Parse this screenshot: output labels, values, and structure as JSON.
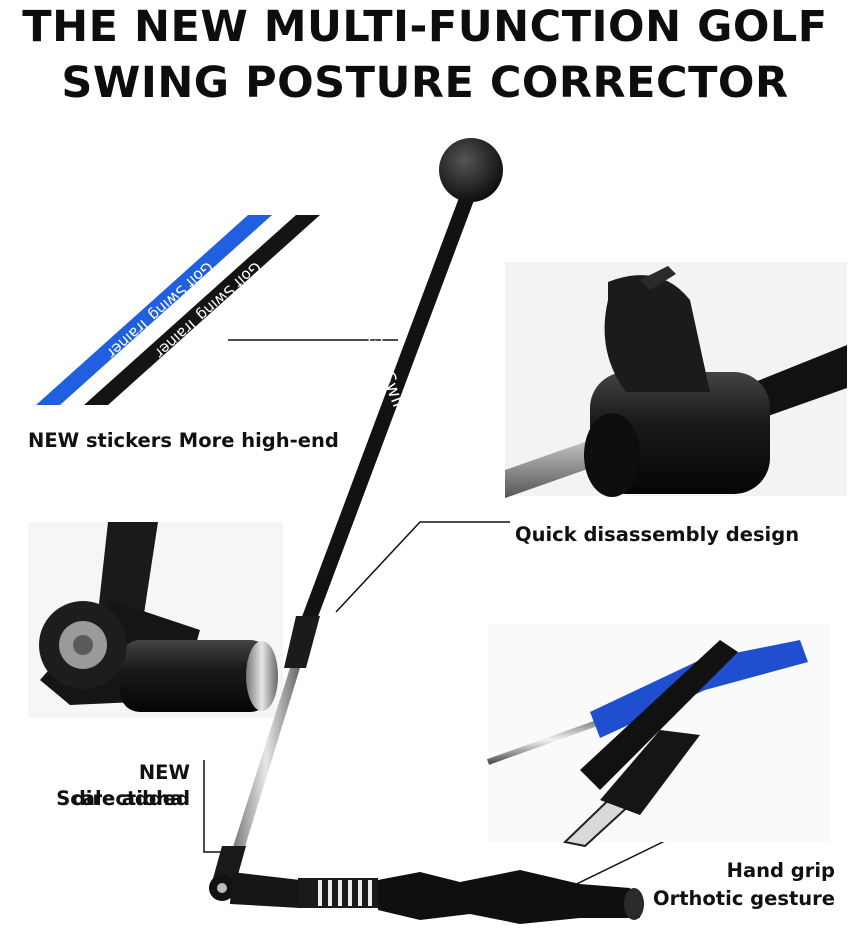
{
  "title": {
    "line1": "THE NEW MULTI-FUNCTION GOLF",
    "line2": "SWING POSTURE CORRECTOR"
  },
  "shaft_text": "Golf Swing Trainer",
  "sticker_text": "Golf Swing Trainer",
  "callouts": {
    "stickers": "NEW stickers More high-end",
    "disassembly": "Quick disassembly design",
    "scale_line1": "NEW directional",
    "scale_line2": "Scale added",
    "grip_line1": "Hand grip",
    "grip_line2": "Orthotic gesture"
  },
  "colors": {
    "blue_sticker": "#1f5fe0",
    "black_part": "#141414",
    "steel": "#b9bcc0"
  }
}
